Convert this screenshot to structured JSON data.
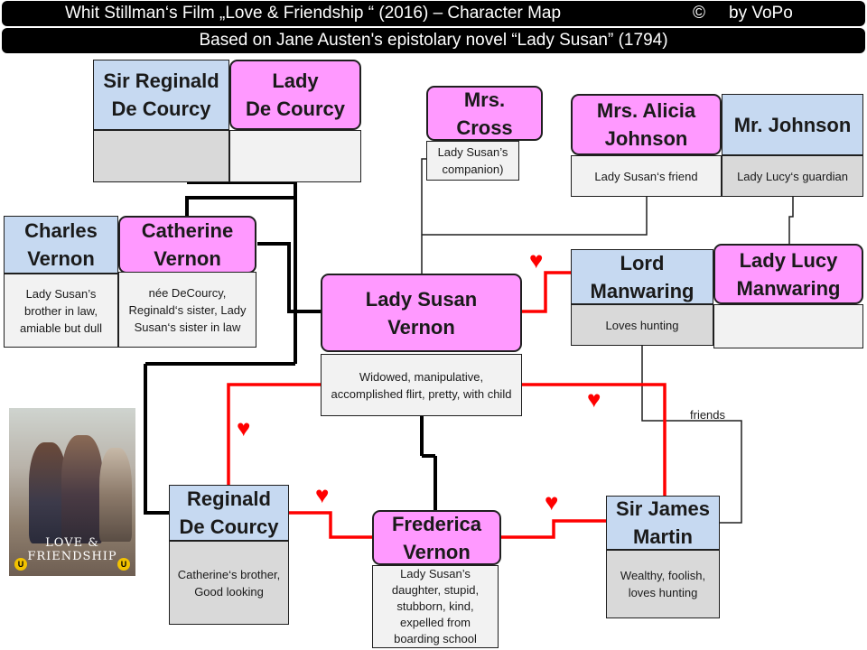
{
  "header": {
    "line1_title": "Whit Stillman‘s Film „Love & Friendship “ (2016) – Character Map",
    "line1_copyright": "©",
    "line1_author": "by VoPo",
    "line2": "Based on Jane Austen's epistolary novel “Lady Susan” (1794)"
  },
  "characters": {
    "sir_reginald": {
      "name": "Sir Reginald\nDe Courcy",
      "desc": ""
    },
    "lady_de_courcy": {
      "name": "Lady\nDe Courcy",
      "desc": ""
    },
    "mrs_cross": {
      "name": "Mrs.\nCross",
      "desc": "Lady Susan’s companion)"
    },
    "mrs_alicia_johnson": {
      "name": "Mrs. Alicia\nJohnson",
      "desc": "Lady Susan‘s friend"
    },
    "mr_johnson": {
      "name": "Mr. Johnson",
      "desc": "Lady Lucy‘s guardian"
    },
    "charles_vernon": {
      "name": "Charles\nVernon",
      "desc": "Lady Susan’s brother  in law, amiable but dull"
    },
    "catherine_vernon": {
      "name": "Catherine\nVernon",
      "desc": "née DeCourcy, Reginald‘s sister, Lady Susan‘s sister in law"
    },
    "lady_susan": {
      "name": "Lady Susan\nVernon",
      "desc": "Widowed, manipulative, accomplished flirt, pretty, with child"
    },
    "lord_manwaring": {
      "name": "Lord\nManwaring",
      "desc": "Loves hunting"
    },
    "lady_lucy": {
      "name": "Lady Lucy\nManwaring",
      "desc": ""
    },
    "reginald": {
      "name": "Reginald\nDe Courcy",
      "desc": "Catherine‘s brother,  Good looking"
    },
    "frederica": {
      "name": "Frederica\nVernon",
      "desc": "Lady Susan’s daughter, stupid, stubborn, kind, expelled from boarding school"
    },
    "sir_james": {
      "name": "Sir James\nMartin",
      "desc": "Wealthy, foolish, loves hunting"
    }
  },
  "labels": {
    "friends": "friends"
  },
  "icons": {
    "heart": "heart-icon"
  },
  "colors": {
    "male_fill": "#c6d9f1",
    "female_fill": "#ff99ff",
    "family_line": "#000000",
    "romance_line": "#ff0000",
    "acquaintance_line": "#1f1f1f"
  },
  "poster": {
    "title": "LOVE & FRIENDSHIP"
  }
}
